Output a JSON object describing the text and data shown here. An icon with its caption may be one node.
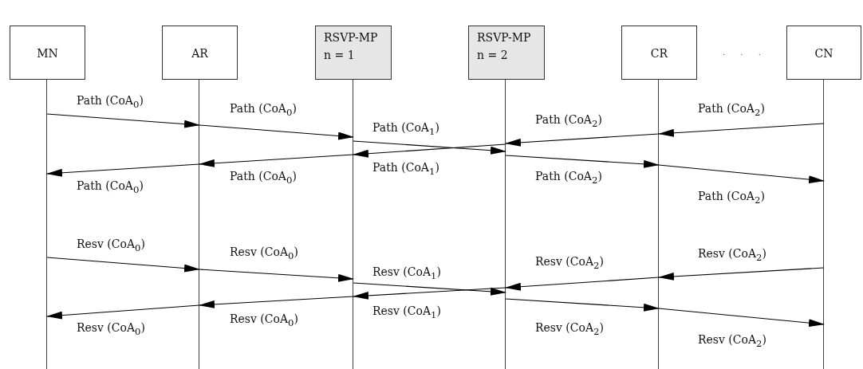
{
  "diagram": {
    "nodes": [
      {
        "text": [
          "MN"
        ]
      },
      {
        "text": [
          "AR"
        ]
      },
      {
        "text": [
          "RSVP-MP",
          "n = 1"
        ]
      },
      {
        "text": [
          "RSVP-MP",
          "n = 2"
        ]
      },
      {
        "text": [
          "CR"
        ]
      },
      {
        "text": [
          "CN"
        ]
      }
    ],
    "edges": [
      {
        "from": 0,
        "to": 1,
        "arrow": "to",
        "label": "Path (CoA$_{0}$)"
      },
      {
        "from": 1,
        "to": 2,
        "arrow": "to",
        "label": "Path (CoA$_{0}$)"
      },
      {
        "from": 2,
        "to": 3,
        "arrow": "to",
        "label": "Path (CoA$_{1}$)"
      },
      {
        "from": 5,
        "to": 4,
        "arrow": "to",
        "label": "Path (CoA$_{2}$)"
      },
      {
        "from": 4,
        "to": 3,
        "arrow": "to",
        "label": "Path (CoA$_{2}$)"
      },
      {
        "from": 3,
        "to": 2,
        "arrow": "to",
        "label": "Path (CoA$_{1}$)"
      },
      {
        "from": 2,
        "to": 1,
        "arrow": "to",
        "label": "Path (CoA$_{0}$)"
      },
      {
        "from": 1,
        "to": 0,
        "arrow": "to",
        "label": "Path (CoA$_{0}$)"
      },
      {
        "from": 3,
        "to": 4,
        "arrow": "to",
        "label": "Path (CoA$_{2}$)"
      },
      {
        "from": 4,
        "to": 5,
        "arrow": "to",
        "label": "Path (CoA$_{2}$)"
      },
      {
        "from": 0,
        "to": 1,
        "arrow": "to",
        "label": "Resv (CoA$_{0}$)"
      },
      {
        "from": 1,
        "to": 2,
        "arrow": "to",
        "label": "Resv (CoA$_{0}$)"
      },
      {
        "from": 2,
        "to": 3,
        "arrow": "to",
        "label": "Resv (CoA$_{1}$)"
      },
      {
        "from": 5,
        "to": 4,
        "arrow": "to",
        "label": "Resv (CoA$_{2}$)"
      },
      {
        "from": 4,
        "to": 3,
        "arrow": "to",
        "label": "Resv (CoA$_{2}$)"
      },
      {
        "from": 3,
        "to": 2,
        "arrow": "to",
        "label": "Resv (CoA$_{1}$)"
      },
      {
        "from": 2,
        "to": 1,
        "arrow": "to",
        "label": "Resv (CoA$_{0}$)"
      },
      {
        "from": 1,
        "to": 0,
        "arrow": "to",
        "label": "Resv (CoA$_{0}$)"
      },
      {
        "from": 3,
        "to": 4,
        "arrow": "to",
        "label": "Resv (CoA$_{2}$)"
      },
      {
        "from": 4,
        "to": 5,
        "arrow": "to",
        "label": "Resv (CoA$_{2}$)"
      }
    ],
    "labels": [
      ". . ."
    ]
  }
}
